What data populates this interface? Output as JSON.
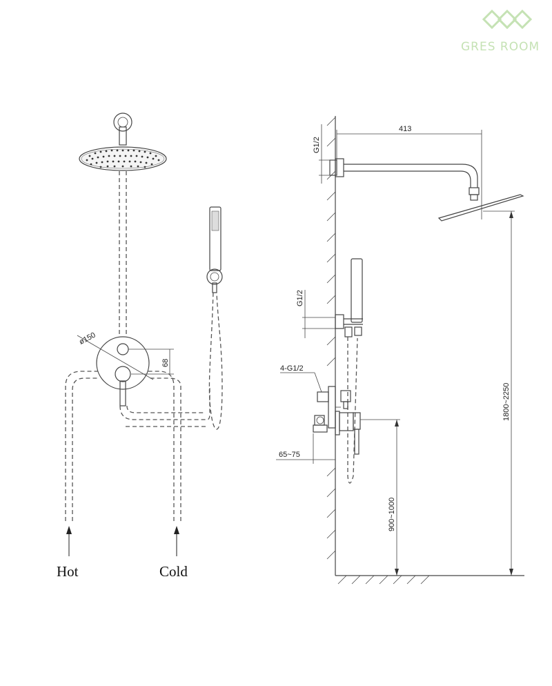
{
  "brand": {
    "name": "GRES ROOM",
    "logo_color": "#c5e2b4"
  },
  "front_view": {
    "labels": {
      "hot": "Hot",
      "cold": "Cold"
    },
    "dimensions": {
      "valve_diameter": "ø150",
      "outlet_spacing": "68"
    }
  },
  "side_view": {
    "dimensions": {
      "arm_length": "413",
      "arm_thread": "G1/2",
      "hand_shower_thread": "G1/2",
      "valve_thread": "4-G1/2",
      "wall_depth": "65~75",
      "valve_height": "900~1000",
      "head_height": "1800~2250"
    }
  }
}
